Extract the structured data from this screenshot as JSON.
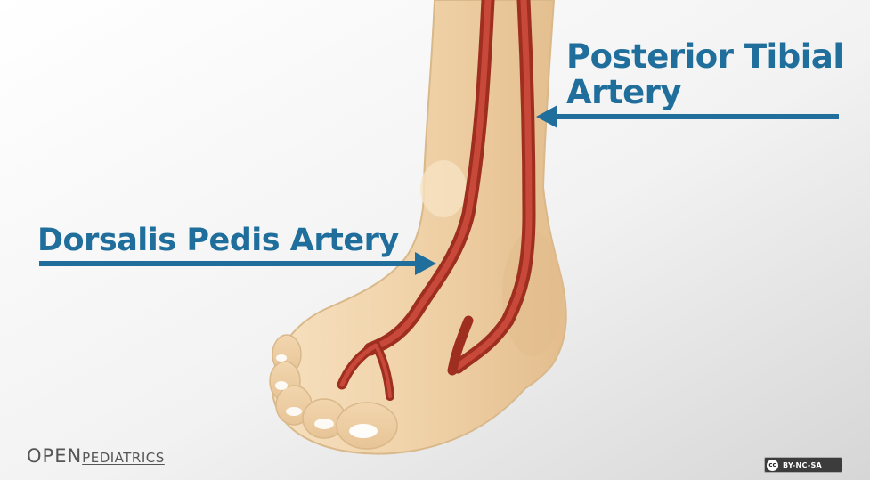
{
  "labels": {
    "posterior_line1": "Posterior Tibial",
    "posterior_line2": "Artery",
    "dorsalis": "Dorsalis Pedis Artery"
  },
  "brand": {
    "open": "OPEN",
    "pediatrics": "PEDIATRICS"
  },
  "license": {
    "icon_text": "cc",
    "text": "BY-NC-SA"
  },
  "colors": {
    "label_blue": "#1f6e9c",
    "arrow_blue": "#1f6e9c",
    "artery_red": "#b23a28",
    "skin": "#f2d6ae",
    "skin_outline": "#d9b88a"
  },
  "icons": {
    "cc_badge": "creative-commons-icon"
  }
}
